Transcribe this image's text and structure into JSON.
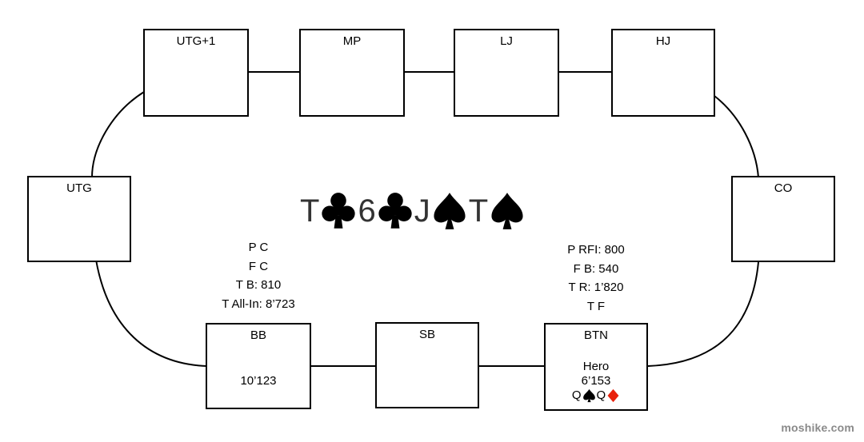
{
  "seats": {
    "utg1": {
      "label": "UTG+1"
    },
    "mp": {
      "label": "MP"
    },
    "lj": {
      "label": "LJ"
    },
    "hj": {
      "label": "HJ"
    },
    "utg": {
      "label": "UTG"
    },
    "co": {
      "label": "CO"
    },
    "bb": {
      "label": "BB",
      "stack": "10’123"
    },
    "sb": {
      "label": "SB"
    },
    "btn": {
      "label": "BTN",
      "player": "Hero",
      "stack": "6’153"
    }
  },
  "hero_cards": [
    {
      "rank": "Q",
      "suit": "spade-icon",
      "color": "#000000"
    },
    {
      "rank": "Q",
      "suit": "diamond-icon",
      "color": "#e8210c"
    }
  ],
  "board": [
    {
      "rank": "T",
      "suit": "club-icon"
    },
    {
      "rank": "6",
      "suit": "club-icon"
    },
    {
      "rank": "J",
      "suit": "spade-icon"
    },
    {
      "rank": "T",
      "suit": "spade-icon"
    }
  ],
  "actions": {
    "bb": [
      "P C",
      "F C",
      "T B: 810",
      "T All-In: 8’723"
    ],
    "btn": [
      "P RFI: 800",
      "F B: 540",
      "T R: 1’820",
      "T F"
    ]
  },
  "watermark": "moshike.com",
  "colors": {
    "line": "#000000",
    "suit_black": "#000000",
    "suit_red": "#e8210c",
    "rank_gray": "#333333",
    "watermark": "#8a8a8a"
  }
}
